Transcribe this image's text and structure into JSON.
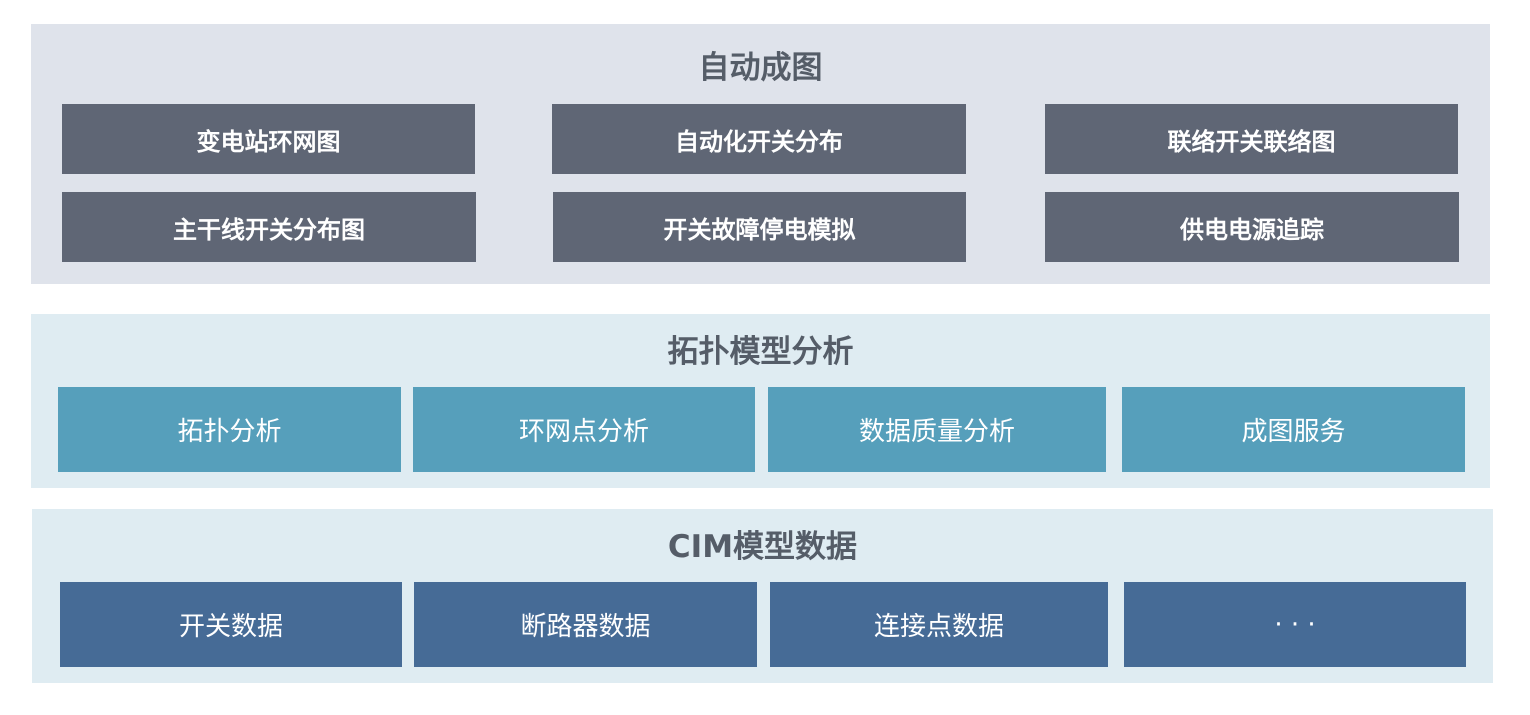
{
  "layers": [
    {
      "title": "自动成图",
      "items": [
        "变电站环网图",
        "自动化开关分布",
        "联络开关联络图",
        "主干线开关分布图",
        "开关故障停电模拟",
        "供电电源追踪"
      ]
    },
    {
      "title": "拓扑模型分析",
      "items": [
        "拓扑分析",
        "环网点分析",
        "数据质量分析",
        "成图服务"
      ]
    },
    {
      "title": "CIM模型数据",
      "items": [
        "开关数据",
        "断路器数据",
        "连接点数据",
        "· · ·"
      ]
    }
  ],
  "colors": {
    "top_bg": "#dfe3eb",
    "top_box": "#5f6675",
    "mid_bg": "#dfecf2",
    "mid_box": "#569fbb",
    "bot_bg": "#dfecf2",
    "bot_box": "#466b96",
    "title_text": "#555d68"
  }
}
